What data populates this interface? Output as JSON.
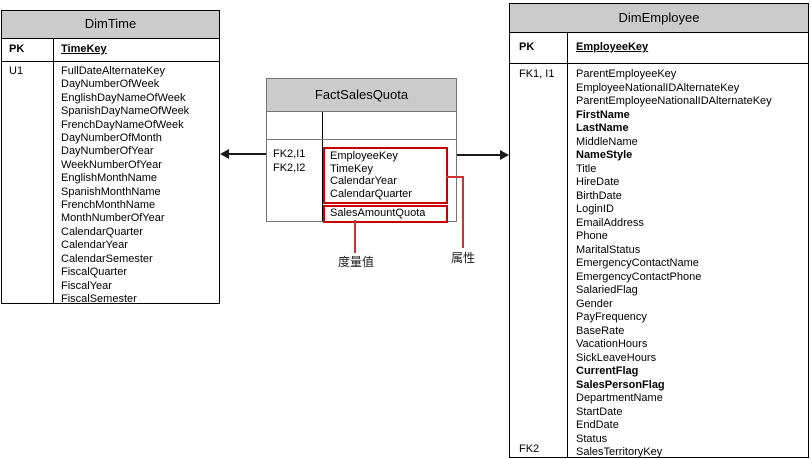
{
  "tables": {
    "dimtime": {
      "title": "DimTime",
      "key_label": "PK",
      "key_name": "TimeKey",
      "index_label": "U1",
      "attributes": [
        "FullDateAlternateKey",
        "DayNumberOfWeek",
        "EnglishDayNameOfWeek",
        "SpanishDayNameOfWeek",
        "FrenchDayNameOfWeek",
        "DayNumberOfMonth",
        "DayNumberOfYear",
        "WeekNumberOfYear",
        "EnglishMonthName",
        "SpanishMonthName",
        "FrenchMonthName",
        "MonthNumberOfYear",
        "CalendarQuarter",
        "CalendarYear",
        "CalendarSemester",
        "FiscalQuarter",
        "FiscalYear",
        "FiscalSemester"
      ]
    },
    "fact": {
      "title": "FactSalesQuota",
      "fk_label_1": "FK2,I1",
      "fk_label_2": "FK2,I2",
      "attributes": [
        "EmployeeKey",
        "TimeKey",
        "CalendarYear",
        "CalendarQuarter"
      ],
      "measure": "SalesAmountQuota"
    },
    "dimemployee": {
      "title": "DimEmployee",
      "key_label": "PK",
      "key_name": "EmployeeKey",
      "fk_top_label": "FK1, I1",
      "fk_bottom_label": "FK2",
      "attributes": [
        "ParentEmployeeKey",
        "EmployeeNationalIDAlternateKey",
        "ParentEmployeeNationalIDAlternateKey",
        "FirstName",
        "LastName",
        "MiddleName",
        "NameStyle",
        "Title",
        "HireDate",
        "BirthDate",
        "LoginID",
        "EmailAddress",
        "Phone",
        "MaritalStatus",
        "EmergencyContactName",
        "EmergencyContactPhone",
        "SalariedFlag",
        "Gender",
        "PayFrequency",
        "BaseRate",
        "VacationHours",
        "SickLeaveHours",
        "CurrentFlag",
        "SalesPersonFlag",
        "DepartmentName",
        "StartDate",
        "EndDate",
        "Status",
        "SalesTerritoryKey"
      ]
    }
  },
  "callouts": {
    "measure": "度量值",
    "attribute": "属性"
  },
  "colors": {
    "header_fill": "#cbcbcb",
    "table_border": "#000000",
    "fact_border": "#757575",
    "highlight_red": "#cc0000"
  }
}
